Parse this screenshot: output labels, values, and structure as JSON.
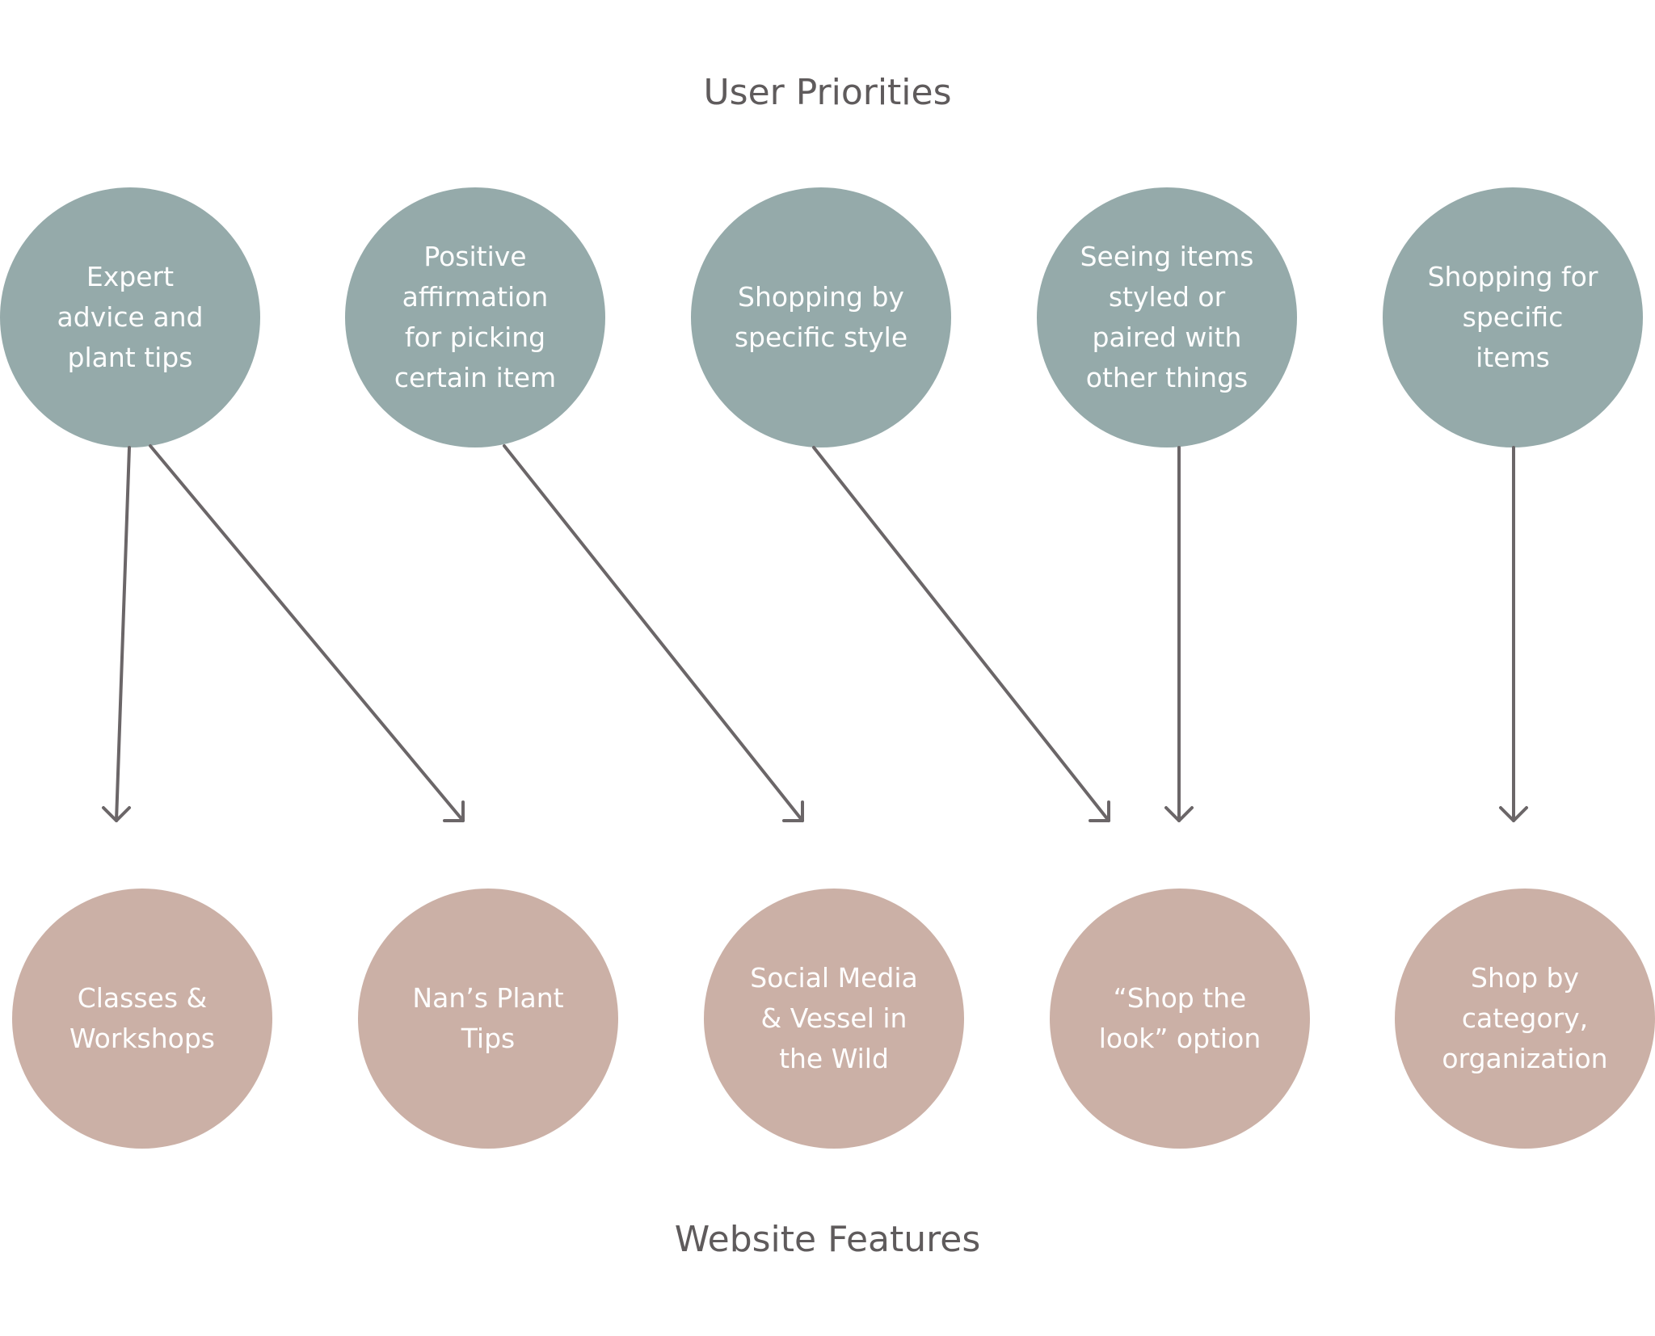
{
  "headings": {
    "top": "User Priorities",
    "bottom": "Website Features"
  },
  "priorities": [
    {
      "label": "Expert\nadvice and\nplant tips"
    },
    {
      "label": "Positive\naffirmation\nfor picking\ncertain item"
    },
    {
      "label": "Shopping by\nspecific style"
    },
    {
      "label": "Seeing items\nstyled or\npaired with\nother things"
    },
    {
      "label": "Shopping for\nspecific\nitems"
    }
  ],
  "features": [
    {
      "label": "Classes &\nWorkshops"
    },
    {
      "label": "Nan’s Plant\nTips"
    },
    {
      "label": "Social Media\n& Vessel in\nthe Wild"
    },
    {
      "label": "“Shop the\nlook” option"
    },
    {
      "label": "Shop by\ncategory,\norganization"
    }
  ],
  "colors": {
    "priority_fill": "#95aaaa",
    "feature_fill": "#cbb0a6",
    "arrow": "#6b6668",
    "heading_text": "#5f5b5c"
  }
}
